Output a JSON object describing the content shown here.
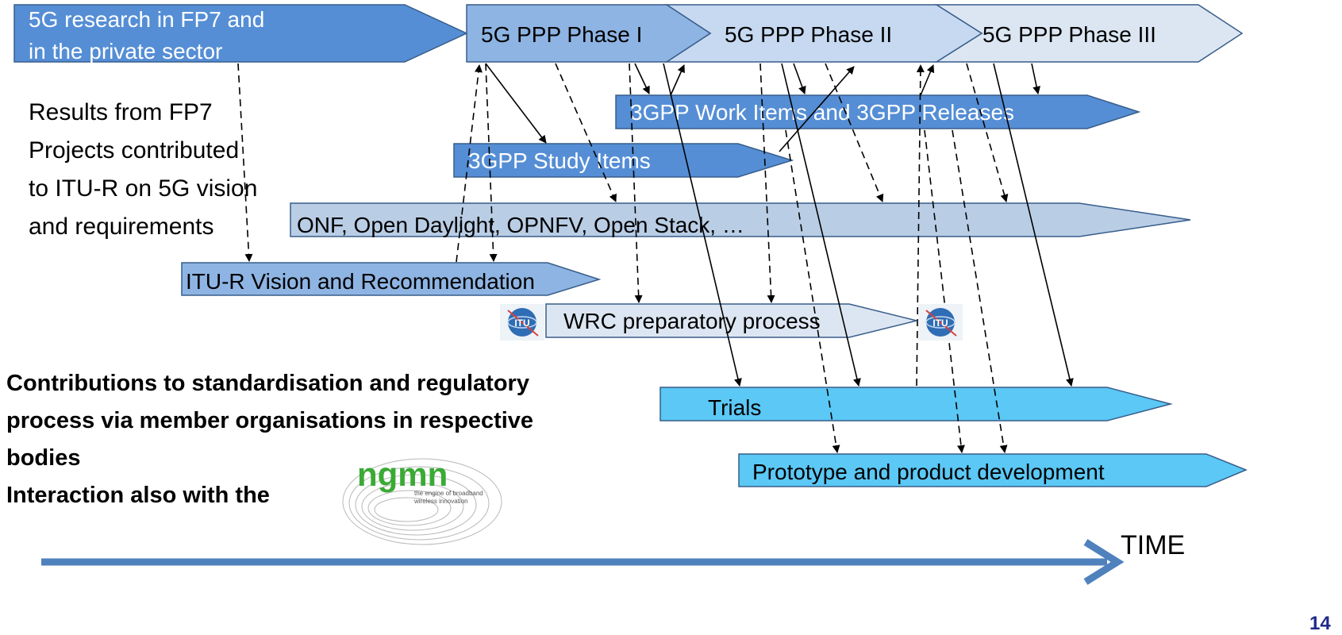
{
  "diagram": {
    "bars": {
      "fp7": {
        "line1": "5G research in FP7 and",
        "line2": "in the private sector"
      },
      "ppp1": "5G PPP Phase I",
      "ppp2": "5G PPP Phase II",
      "ppp3": "5G PPP Phase III",
      "work_items": "3GPP Work Items and 3GPP Releases",
      "study_items": "3GPP Study Items",
      "onf": "ONF, Open Daylight, OPNFV, Open Stack, …",
      "itu_r": "ITU-R Vision and Recommendation",
      "wrc": "WRC preparatory process",
      "trials": "Trials",
      "prototype": "Prototype and product development"
    },
    "fp7_note": [
      "Results from FP7",
      "Projects contributed",
      "to ITU-R on 5G vision",
      "and requirements"
    ],
    "contributions": [
      "Contributions to standardisation and regulatory",
      "process via member organisations in respective",
      "bodies",
      "Interaction also with the"
    ],
    "ngmn": {
      "name": "ngmn",
      "tagline1": "the engine of broadband",
      "tagline2": "wireless innovation"
    },
    "itu_logo_text": "ITU",
    "time_label": "TIME",
    "page_number": "14",
    "colors": {
      "dark_blue": "#558ed5",
      "mid_blue": "#8eb4e3",
      "light_blue": "#c6d9f1",
      "pale_blue": "#dce6f2",
      "onf_blue": "#b9cde5",
      "cyan": "#5bc8f5",
      "time_arrow": "#4f81bd"
    }
  }
}
